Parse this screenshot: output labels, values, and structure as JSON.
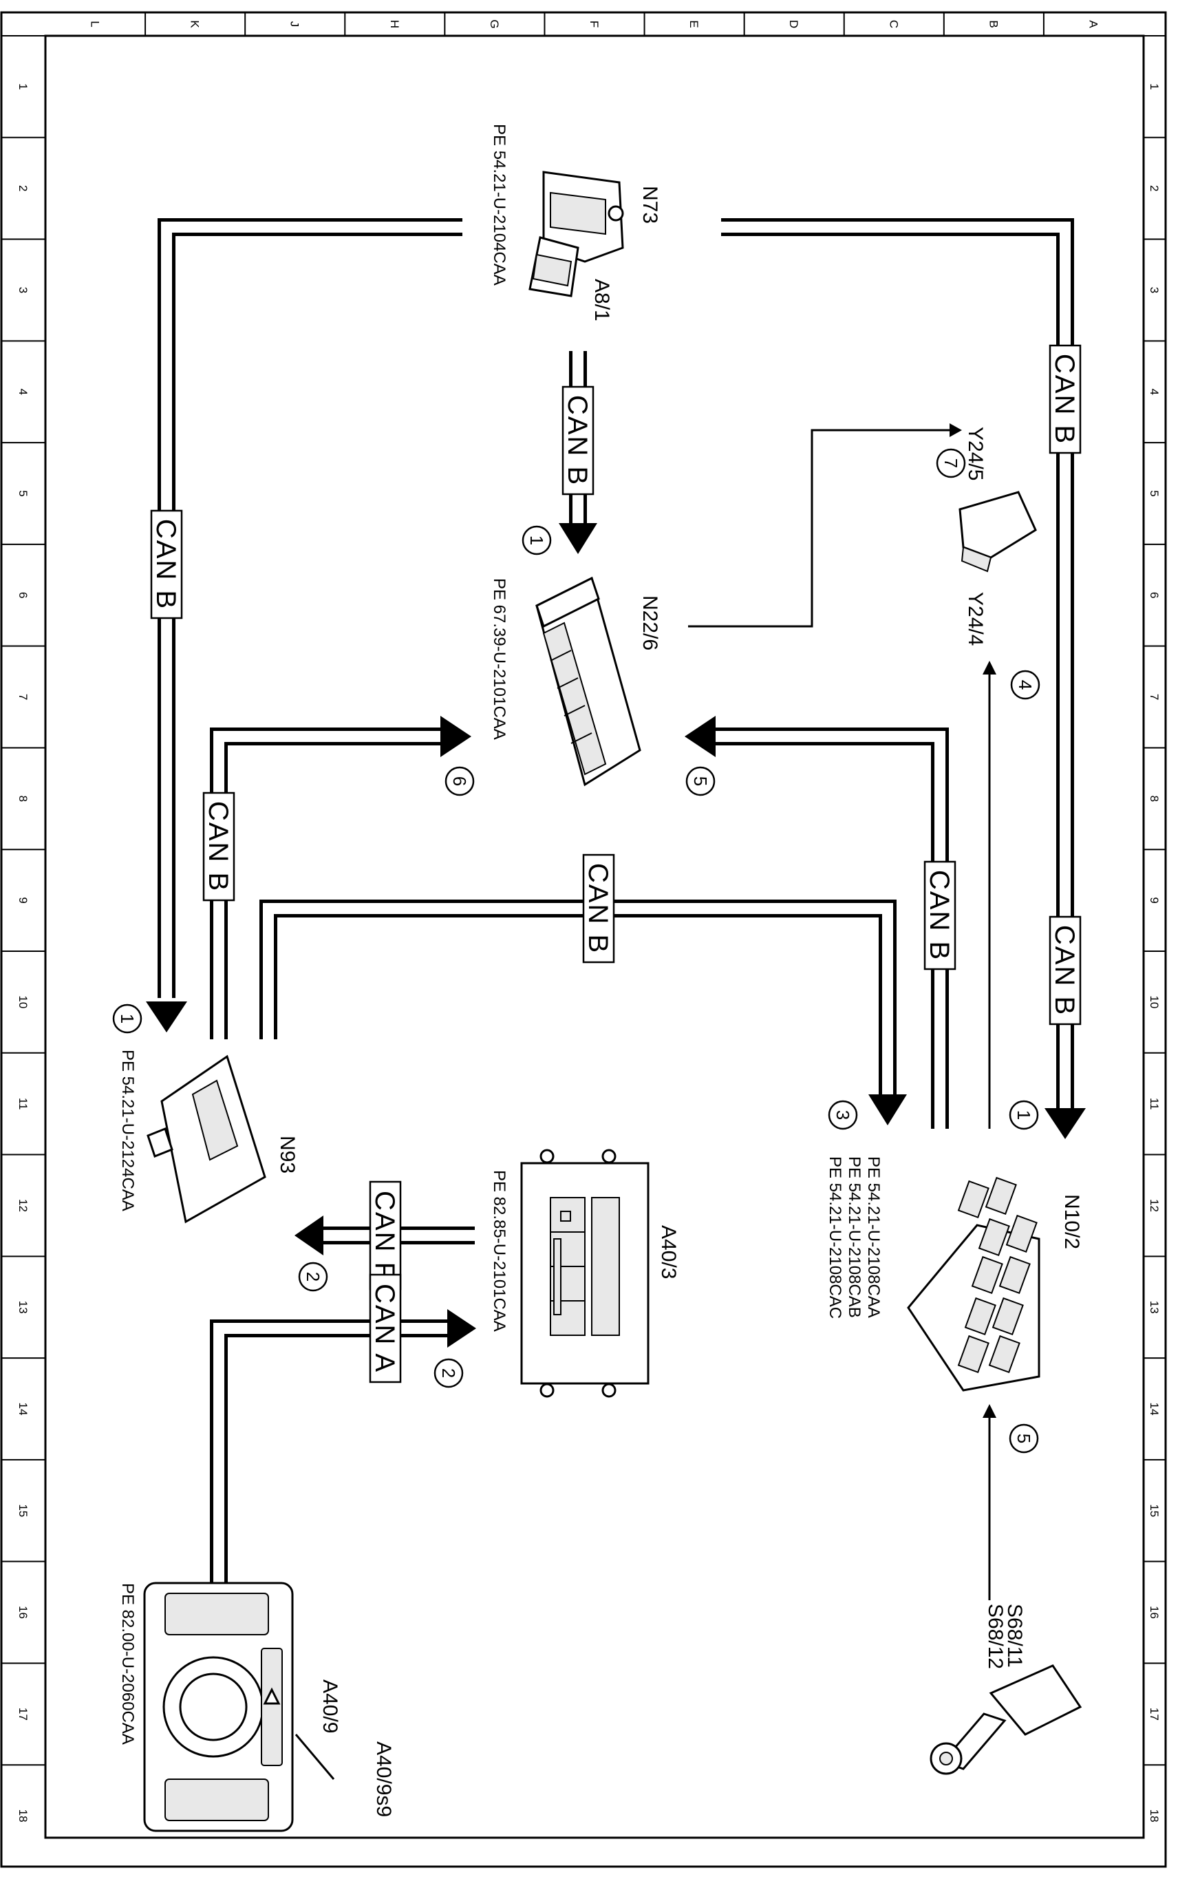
{
  "grid": {
    "top_letters": [
      "L",
      "K",
      "J",
      "H",
      "G",
      "F",
      "E",
      "D",
      "C",
      "B",
      "A"
    ],
    "side_numbers": [
      "1",
      "2",
      "3",
      "4",
      "5",
      "6",
      "7",
      "8",
      "9",
      "10",
      "11",
      "12",
      "13",
      "14",
      "15",
      "16",
      "17",
      "18"
    ]
  },
  "bus_labels": {
    "can_b": "CAN B",
    "can_f": "CAN F",
    "can_a": "CAN A"
  },
  "components": {
    "n73": "N73",
    "a8_1": "A8/1",
    "n73_ref": "PE 54.21-U-2104CAA",
    "n22_6": "N22/6",
    "n22_6_ref": "PE 67.39-U-2101CAA",
    "y24_5": "Y24/5",
    "y24_4": "Y24/4",
    "n10_2": "N10/2",
    "n10_2_ref1": "PE 54.21-U-2108CAA",
    "n10_2_ref2": "PE 54.21-U-2108CAB",
    "n10_2_ref3": "PE 54.21-U-2108CAC",
    "s68_11": "S68/11",
    "s68_12": "S68/12",
    "a40_3": "A40/3",
    "a40_3_ref": "PE 82.85-U-2101CAA",
    "n93": "N93",
    "n93_ref": "PE 54.21-U-2124CAA",
    "a40_9": "A40/9",
    "a40_9s9": "A40/9s9",
    "a40_9_ref": "PE 82.00-U-2060CAA"
  },
  "markers": {
    "m1": "1",
    "m2": "2",
    "m3": "3",
    "m4": "4",
    "m5": "5",
    "m6": "6",
    "m7": "7"
  }
}
